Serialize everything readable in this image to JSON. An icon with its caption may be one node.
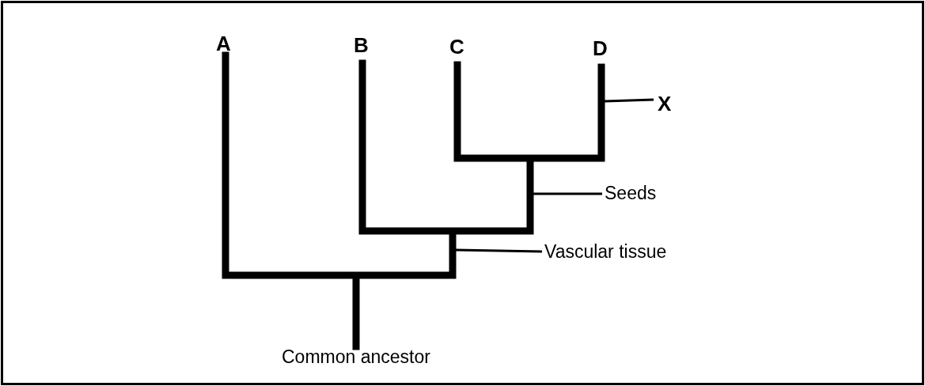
{
  "diagram": {
    "nodes": [
      {
        "text": [
          "X"
        ]
      },
      {
        "text": [
          "Seeds"
        ]
      },
      {
        "text": [
          "Vascular tissue"
        ]
      }
    ],
    "edges": [
      {
        "from": 0,
        "to": null,
        "arrow": "none"
      },
      {
        "from": 1,
        "to": null,
        "arrow": "none"
      },
      {
        "from": 2,
        "to": null,
        "arrow": "none"
      }
    ],
    "labels": [
      "A",
      "B",
      "C",
      "D",
      "Common ancestor"
    ]
  }
}
